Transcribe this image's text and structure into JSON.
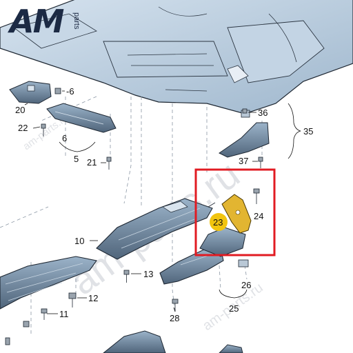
{
  "logo": {
    "brand": "AM",
    "sub": "parts"
  },
  "watermark": {
    "large": "am-parts.ru",
    "small": "am-parts.ru"
  },
  "callouts": {
    "c5": "5",
    "c6a": "6",
    "c6b": "-6",
    "c10": "10",
    "c11": "11",
    "c12": "12",
    "c13": "13",
    "c20": "20",
    "c21": "21",
    "c22": "22",
    "c23": "23",
    "c24": "24",
    "c25": "25",
    "c26": "26",
    "c28": "28",
    "c35": "35",
    "c36": "36",
    "c37": "37"
  },
  "colors": {
    "panel": "#b8cde0",
    "panel_dark": "#8fa9c2",
    "panel_shadow": "#51657a",
    "highlight_part": "#e2b531",
    "badge": "#f1c40f",
    "frame": "#e11b22"
  }
}
